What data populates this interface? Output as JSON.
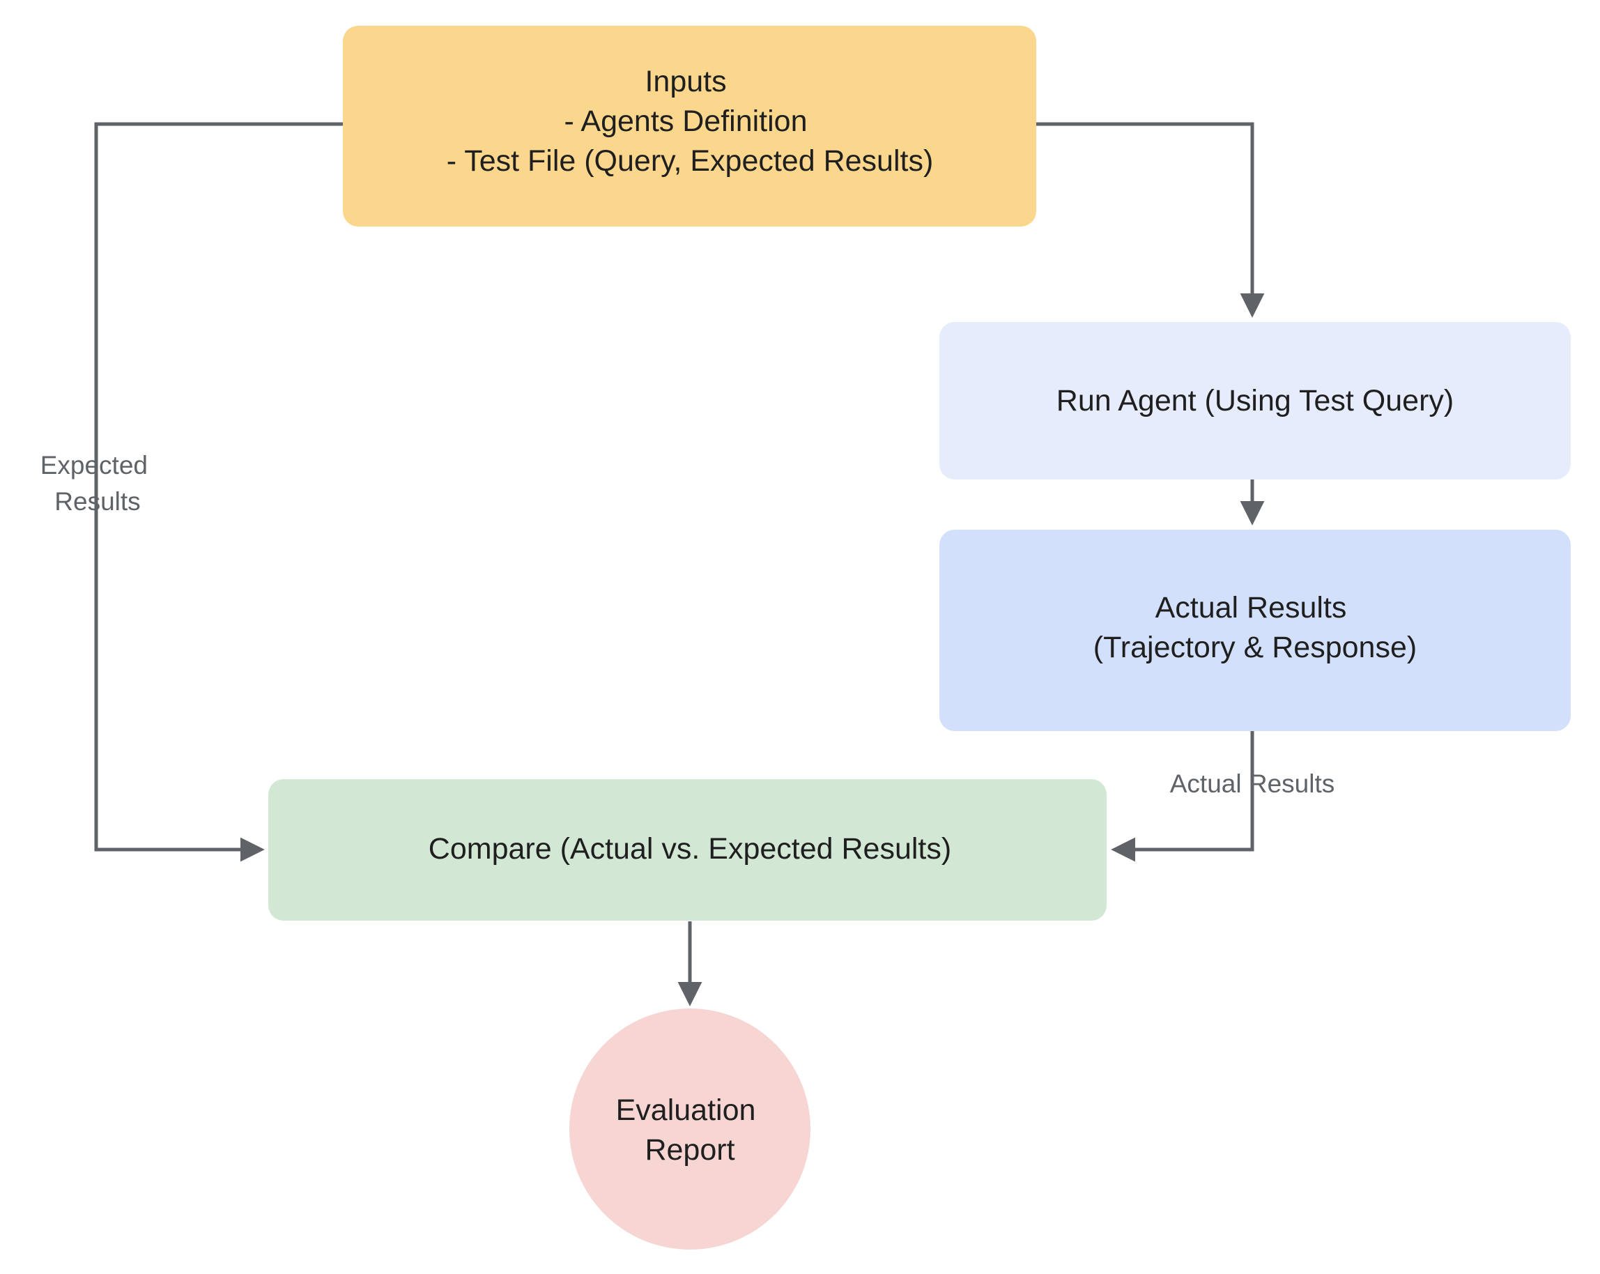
{
  "diagram": {
    "title": "Agent Evaluation Flow",
    "background": "#ffffff",
    "edge_color": "#5f6368",
    "nodes": {
      "inputs": {
        "id": "inputs",
        "shape": "rounded-rect",
        "fill": "#fad78c",
        "text_color": "#1f1f1f",
        "lines": [
          "Inputs",
          "- Agents Definition",
          "- Test File (Query, Expected Results)"
        ]
      },
      "run_agent": {
        "id": "run_agent",
        "shape": "rounded-rect",
        "fill": "#e6ecfc",
        "text_color": "#1f1f1f",
        "lines": [
          "Run Agent (Using Test Query)"
        ]
      },
      "actual_results": {
        "id": "actual_results",
        "shape": "rounded-rect",
        "fill": "#d3e0fb",
        "text_color": "#1f1f1f",
        "lines": [
          "Actual Results",
          "(Trajectory & Response)"
        ]
      },
      "compare": {
        "id": "compare",
        "shape": "rounded-rect",
        "fill": "#d3e8d4",
        "text_color": "#1f1f1f",
        "lines": [
          "Compare (Actual vs. Expected Results)"
        ]
      },
      "evaluation_report": {
        "id": "evaluation_report",
        "shape": "circle",
        "fill": "#f6d5d3",
        "text_color": "#1f1f1f",
        "lines": [
          "Evaluation",
          "Report"
        ]
      }
    },
    "edges": [
      {
        "id": "inputs-to-compare",
        "from": "inputs",
        "to": "compare",
        "label_lines": [
          "Expected",
          "Results"
        ],
        "arrowhead": true
      },
      {
        "id": "inputs-to-run-agent",
        "from": "inputs",
        "to": "run_agent",
        "label_lines": [],
        "arrowhead": true
      },
      {
        "id": "run-agent-to-actual-results",
        "from": "run_agent",
        "to": "actual_results",
        "label_lines": [],
        "arrowhead": true
      },
      {
        "id": "actual-results-to-compare",
        "from": "actual_results",
        "to": "compare",
        "label_lines": [
          "Actual Results"
        ],
        "arrowhead": true
      },
      {
        "id": "compare-to-evaluation-report",
        "from": "compare",
        "to": "evaluation_report",
        "label_lines": [],
        "arrowhead": true
      }
    ]
  }
}
